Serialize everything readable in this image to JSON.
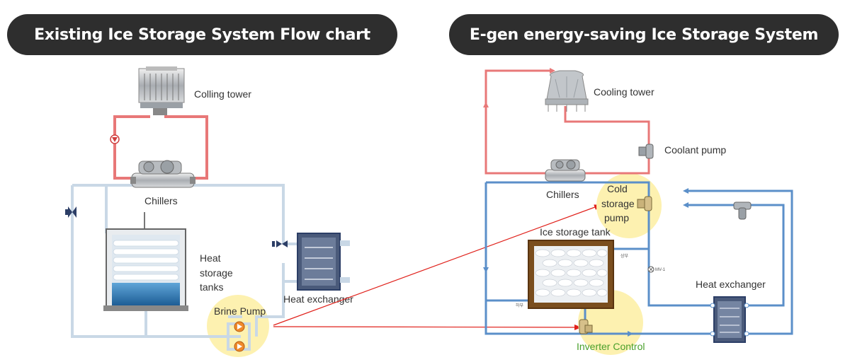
{
  "headers": {
    "left": "Existing Ice Storage System Flow chart",
    "right": "E-gen energy-saving Ice Storage System"
  },
  "left": {
    "cooling_tower": "Colling tower",
    "chillers": "Chillers",
    "heat_storage_tanks": [
      "Heat",
      "storage",
      "tanks"
    ],
    "heat_exchanger": "Heat exchanger",
    "brine_pump": "Brine Pump"
  },
  "right": {
    "cooling_tower": "Cooling tower",
    "coolant_pump": "Coolant pump",
    "chillers": "Chillers",
    "cold_storage_pump": [
      "Cold",
      "storage",
      "pump"
    ],
    "ice_storage_tank": "Ice storage tank",
    "tank_upper": "상부",
    "tank_lower": "하부",
    "valve_tag": "MV-1",
    "heat_exchanger": "Heat exchanger",
    "inverter_control": "Inverter Control"
  },
  "colors": {
    "header_bg": "#2e2e2e",
    "hot_pipe": "#e87878",
    "cold_pipe_left": "#c9d8e6",
    "cold_pipe_right": "#5b8fc9",
    "highlight": "#fdf1b0",
    "arrow": "#e0201a",
    "inverter_text": "#4aa02c"
  }
}
